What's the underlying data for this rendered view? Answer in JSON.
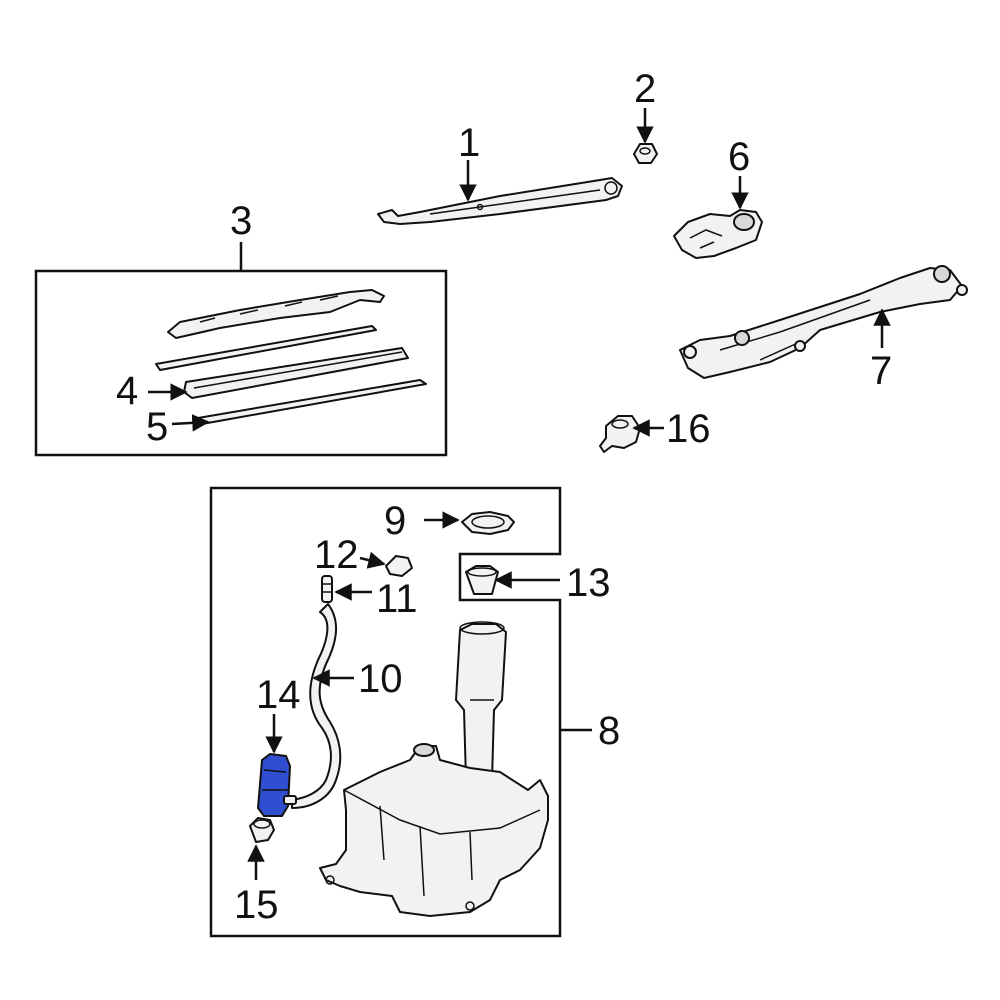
{
  "callouts": {
    "c1": "1",
    "c2": "2",
    "c3": "3",
    "c4": "4",
    "c5": "5",
    "c6": "6",
    "c7": "7",
    "c8": "8",
    "c9": "9",
    "c10": "10",
    "c11": "11",
    "c12": "12",
    "c13": "13",
    "c14": "14",
    "c15": "15",
    "c16": "16"
  },
  "colors": {
    "highlight": "#2f4fd0",
    "line": "#111111",
    "part_fill": "#f2f2f2"
  },
  "highlighted_part": "14"
}
